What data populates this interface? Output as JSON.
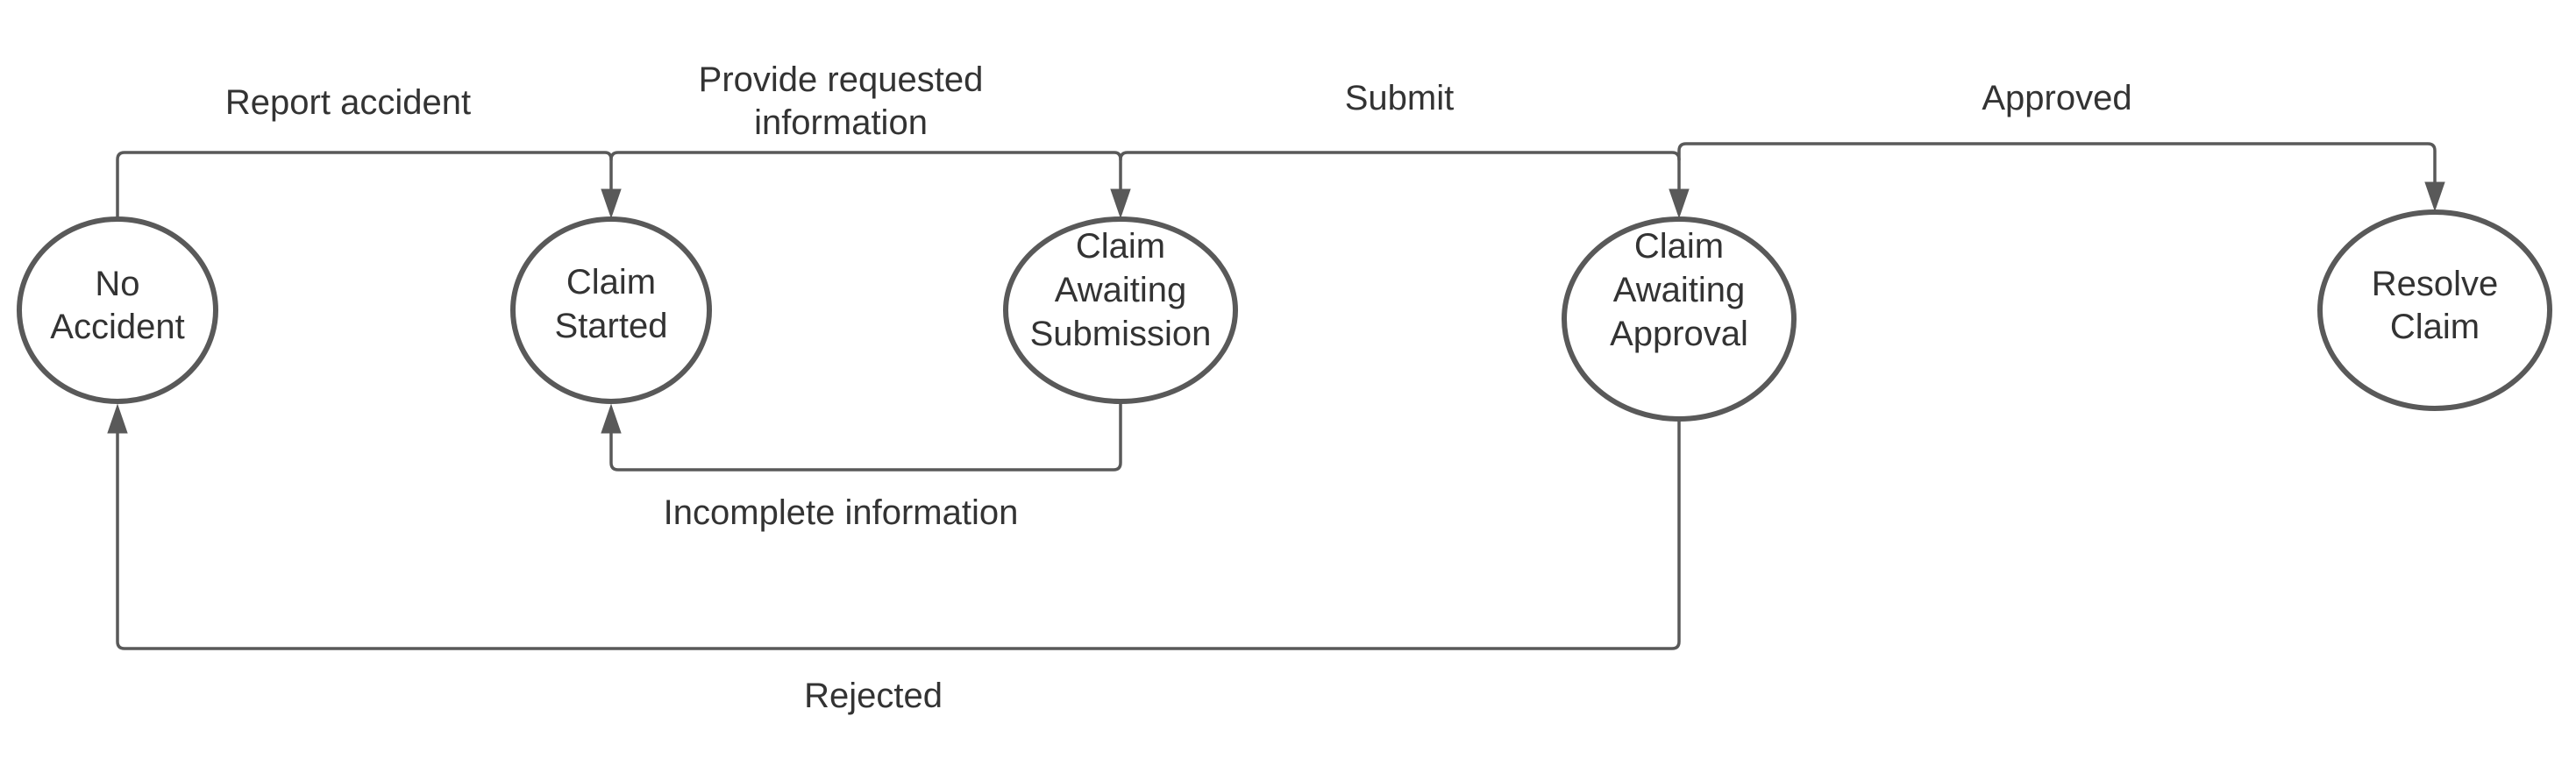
{
  "diagram": {
    "colors": {
      "stroke": "#595959",
      "text": "#333333",
      "fill": "#ffffff",
      "background": "#ffffff"
    },
    "nodes": {
      "no_accident": {
        "line1": "No",
        "line2": "Accident"
      },
      "claim_started": {
        "line1": "Claim",
        "line2": "Started"
      },
      "claim_awaiting_submission": {
        "line1": "Claim",
        "line2": "Awaiting",
        "line3": "Submission"
      },
      "claim_awaiting_approval": {
        "line1": "Claim",
        "line2": "Awaiting",
        "line3": "Approval"
      },
      "resolve_claim": {
        "line1": "Resolve",
        "line2": "Claim"
      }
    },
    "edges": {
      "report_accident": {
        "label": "Report accident",
        "from": "No Accident",
        "to": "Claim Started"
      },
      "provide_info": {
        "label_line1": "Provide requested",
        "label_line2": "information",
        "from": "Claim Started",
        "to": "Claim Awaiting Submission"
      },
      "submit": {
        "label": "Submit",
        "from": "Claim Awaiting Submission",
        "to": "Claim Awaiting Approval"
      },
      "approved": {
        "label": "Approved",
        "from": "Claim Awaiting Approval",
        "to": "Resolve Claim"
      },
      "incomplete": {
        "label": "Incomplete information",
        "from": "Claim Awaiting Submission",
        "to": "Claim Started"
      },
      "rejected": {
        "label": "Rejected",
        "from": "Claim Awaiting Approval",
        "to": "No Accident"
      }
    }
  }
}
